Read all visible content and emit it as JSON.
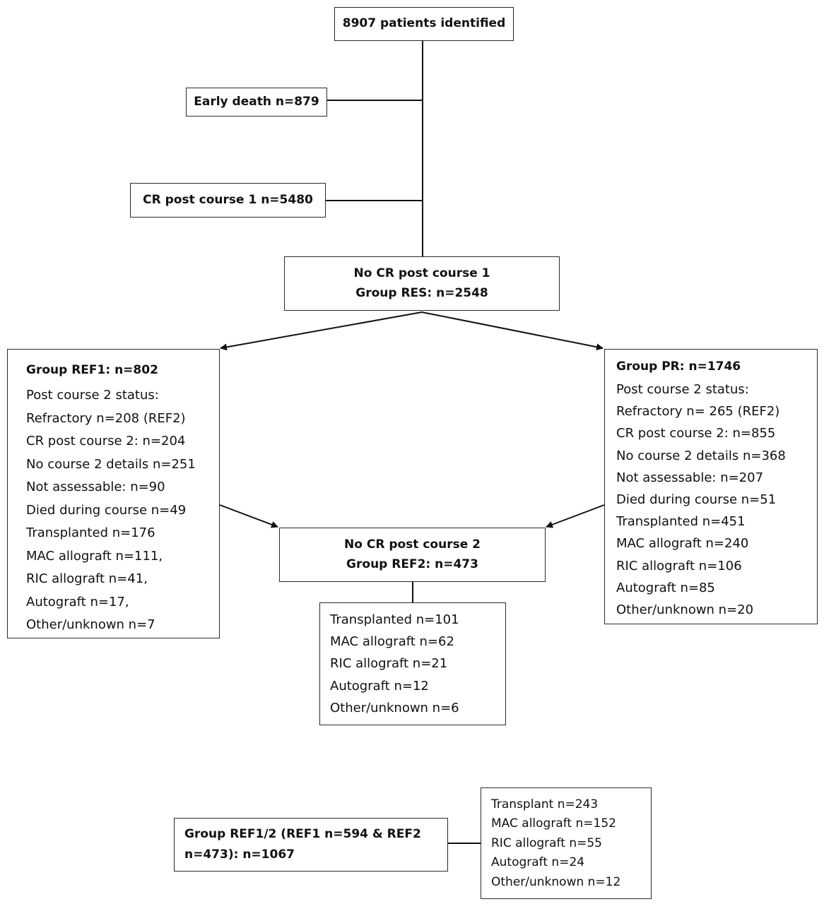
{
  "identified": "8907 patients identified",
  "early_death": "Early death n=879",
  "cr_post_course1": "CR post course 1 n=5480",
  "res": {
    "line1": "No CR post course 1",
    "line2": "Group RES: n=2548"
  },
  "ref1": {
    "title": "Group REF1: n=802",
    "lines": [
      "Post course 2 status:",
      "Refractory n=208 (REF2)",
      "CR post course 2: n=204",
      "No course 2 details n=251",
      "Not assessable: n=90",
      "Died during course n=49",
      "Transplanted n=176",
      "MAC allograft n=111,",
      "RIC allograft n=41,",
      "Autograft n=17,",
      "Other/unknown  n=7"
    ]
  },
  "pr": {
    "title": "Group PR: n=1746",
    "lines": [
      "Post course 2 status:",
      "Refractory n= 265 (REF2)",
      "CR post course 2: n=855",
      "No course 2 details n=368",
      "Not assessable: n=207",
      "Died during course n=51",
      "Transplanted  n=451",
      "MAC allograft n=240",
      "RIC allograft n=106",
      "Autograft n=85",
      "Other/unknown  n=20"
    ]
  },
  "ref2": {
    "line1": "No CR post course 2",
    "line2": "Group REF2: n=473"
  },
  "ref2_transplant": {
    "lines": [
      "Transplanted n=101",
      "MAC allograft n=62",
      "RIC allograft n=21",
      "Autograft n=12",
      "Other/unknown  n=6"
    ]
  },
  "ref12": {
    "line1": "Group REF1/2 (REF1 n=594 & REF2",
    "line2": "n=473): n=1067"
  },
  "ref12_transplant": {
    "lines": [
      "Transplant n=243",
      "MAC allograft n=152",
      "RIC allograft n=55",
      "Autograft n=24",
      "Other/unknown n=12"
    ]
  }
}
